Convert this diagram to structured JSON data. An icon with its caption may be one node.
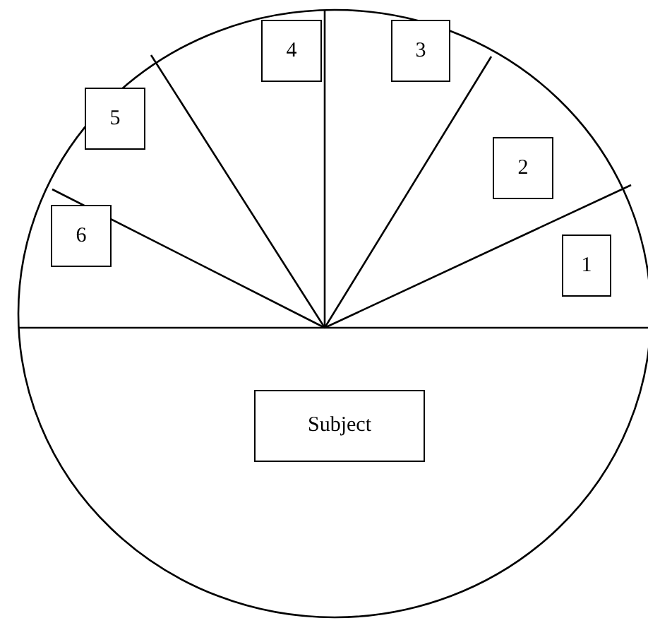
{
  "diagram": {
    "nodes": [
      {
        "text": [
          "1"
        ]
      },
      {
        "text": [
          "2"
        ]
      },
      {
        "text": [
          "3"
        ]
      },
      {
        "text": [
          "4"
        ]
      },
      {
        "text": [
          "5"
        ]
      },
      {
        "text": [
          "6"
        ]
      },
      {
        "text": [
          "Subject"
        ]
      }
    ]
  }
}
